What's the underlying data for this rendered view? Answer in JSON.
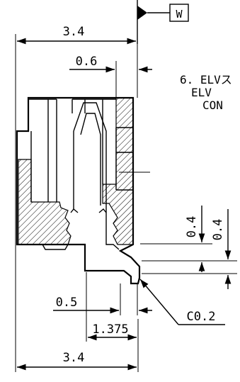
{
  "datum": {
    "label": "W"
  },
  "dims": {
    "top_width": "3.4",
    "top_offset": "0.6",
    "right_gap_a": "0.4",
    "right_gap_b": "0.4",
    "lower_offset": "0.5",
    "lower_pitch": "1.375",
    "bottom_width": "3.4",
    "chamfer": "C0.2"
  },
  "notes": {
    "line1": "6. ELVス",
    "line2": "ELV",
    "line3": "CON"
  },
  "colors": {
    "ink": "#000000",
    "paper": "#ffffff"
  }
}
